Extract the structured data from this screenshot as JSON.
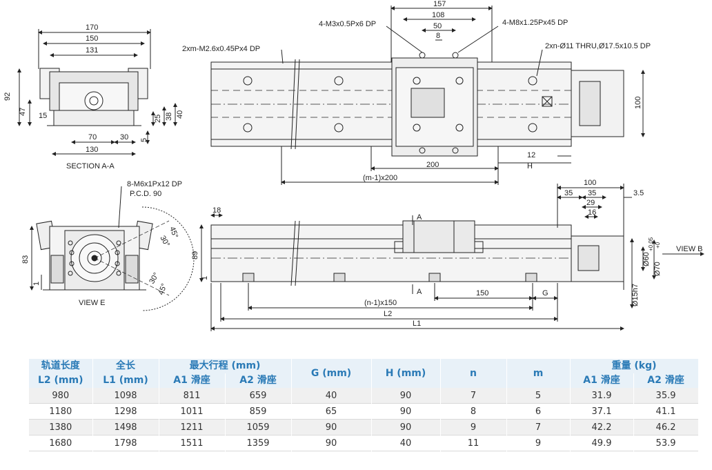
{
  "views": {
    "section_aa": {
      "title": "SECTION A-A",
      "dims": [
        "170",
        "150",
        "131",
        "92",
        "47",
        "15",
        "25",
        "38",
        "40",
        "70",
        "30",
        "130",
        "5"
      ]
    },
    "view_e": {
      "title": "VIEW E",
      "callouts": [
        "8-M6x1Px12 DP",
        "P.C.D. 90"
      ],
      "angles": [
        "45°",
        "30°",
        "30°",
        "45°"
      ],
      "dims": [
        "83",
        "1"
      ]
    },
    "top_view": {
      "callouts": [
        "4-M3x0.5Px6 DP",
        "4-M8x1.25Px45 DP",
        "2xm-M2.6x0.45Px4 DP",
        "2xn-Ø11 THRU,Ø17.5x10.5 DP"
      ],
      "dims": [
        "157",
        "108",
        "50",
        "8",
        "100",
        "12",
        "200",
        "H",
        "(m-1)x200"
      ]
    },
    "side_view": {
      "callouts": [
        "A",
        "A",
        "VIEW B"
      ],
      "dims": [
        "18",
        "89",
        "1",
        "100",
        "35",
        "35",
        "3.5",
        "29",
        "16",
        "Ø60",
        "Ø70",
        "+0.05",
        "+0",
        "Ø15h7",
        "150",
        "G",
        "(n-1)x150",
        "L2",
        "L1"
      ]
    }
  },
  "table": {
    "headers": {
      "l2": [
        "轨道长度",
        "L2 (mm)"
      ],
      "l1": [
        "全长",
        "L1 (mm)"
      ],
      "stroke": "最大行程 (mm)",
      "stroke_a1": "A1 滑座",
      "stroke_a2": "A2 滑座",
      "g": "G (mm)",
      "h": "H (mm)",
      "n": "n",
      "m": "m",
      "weight": "重量 (kg)",
      "weight_a1": "A1 滑座",
      "weight_a2": "A2 滑座"
    },
    "rows": [
      [
        "980",
        "1098",
        "811",
        "659",
        "40",
        "90",
        "7",
        "5",
        "31.9",
        "35.9"
      ],
      [
        "1180",
        "1298",
        "1011",
        "859",
        "65",
        "90",
        "8",
        "6",
        "37.1",
        "41.1"
      ],
      [
        "1380",
        "1498",
        "1211",
        "1059",
        "90",
        "90",
        "9",
        "7",
        "42.2",
        "46.2"
      ],
      [
        "1680",
        "1798",
        "1511",
        "1359",
        "90",
        "40",
        "11",
        "9",
        "49.9",
        "53.9"
      ]
    ]
  }
}
